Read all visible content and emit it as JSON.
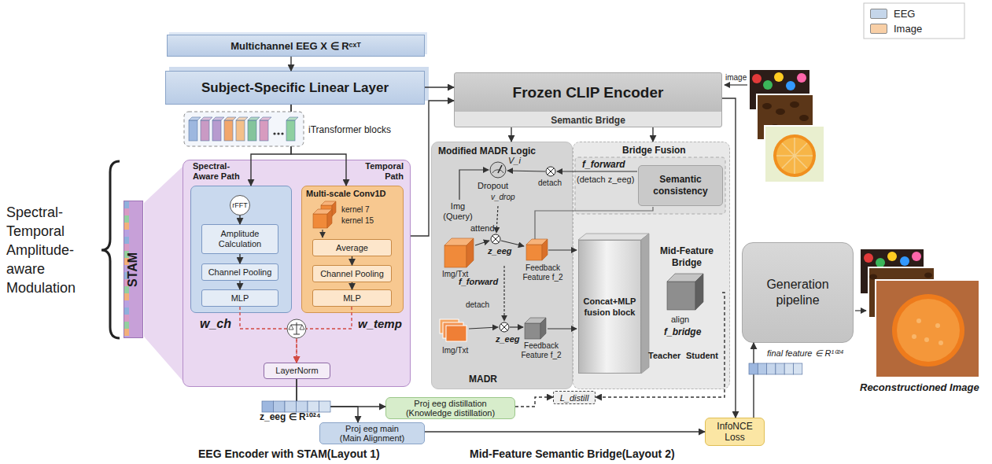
{
  "diagram": {
    "nodes": [
      {
        "text": [
          "Multichannel EEG X ∈ Rᶜˣᵀ"
        ]
      },
      {
        "text": [
          "Subject-Specific Linear Layer"
        ]
      },
      {
        "text": [
          "Frozen CLIP Encoder",
          "Semantic Bridge"
        ]
      },
      {
        "text": [
          "STAM"
        ]
      },
      {
        "text": []
      },
      {
        "text": [
          "Spectral-Aware Path"
        ],
        "in": 4
      },
      {
        "text": [
          "rFFT"
        ],
        "in": 5
      },
      {
        "text": [
          "Amplitude Calculation"
        ],
        "in": 5
      },
      {
        "text": [
          "Channel Pooling"
        ],
        "in": 5
      },
      {
        "text": [
          "MLP"
        ],
        "in": 5
      },
      {
        "text": [
          "Temporal Path",
          "Multi-scale Conv1D"
        ],
        "in": 4
      },
      {
        "text": [
          "Average"
        ],
        "in": 10
      },
      {
        "text": [
          "Channel Pooling"
        ],
        "in": 10
      },
      {
        "text": [
          "MLP"
        ],
        "in": 10
      },
      {
        "text": [
          "LayerNorm"
        ],
        "in": 4
      },
      {
        "text": [
          "Modified MADR Logic",
          "MADR"
        ]
      },
      {
        "text": [
          "Bridge Fusion"
        ]
      },
      {
        "text": [
          "Semantic consistency"
        ],
        "in": 16
      },
      {
        "text": [
          "Concat+MLP fusion block"
        ],
        "in": 16
      },
      {
        "text": [
          "Mid-Feature Bridge"
        ],
        "in": 16
      },
      {
        "text": [
          "L_distill"
        ]
      },
      {
        "text": [
          "Proj eeg distillation",
          "(Knowledge distillation)"
        ]
      },
      {
        "text": [
          "Proj eeg main",
          "(Main Alignment)"
        ]
      },
      {
        "text": [
          "InfoNCE Loss"
        ]
      },
      {
        "text": [
          "Generation pipeline"
        ]
      }
    ],
    "edges": [
      {
        "from": 0,
        "to": 1,
        "arrow": "to"
      },
      {
        "from": 1,
        "to": 2,
        "arrow": "to"
      },
      {
        "from": 1,
        "to": 5,
        "arrow": "to"
      },
      {
        "from": 1,
        "to": 10,
        "arrow": "to"
      },
      {
        "from": 4,
        "to": 2,
        "arrow": "to"
      },
      {
        "from": 6,
        "to": 7,
        "arrow": "to"
      },
      {
        "from": 7,
        "to": 8,
        "arrow": "to"
      },
      {
        "from": 8,
        "to": 9,
        "arrow": "to"
      },
      {
        "from": 11,
        "to": 12,
        "arrow": "to"
      },
      {
        "from": 12,
        "to": 13,
        "arrow": "to"
      },
      {
        "from": 9,
        "to": 14,
        "arrow": "to"
      },
      {
        "from": 13,
        "to": 14,
        "arrow": "to"
      },
      {
        "from": 14,
        "to": 21,
        "arrow": "to"
      },
      {
        "from": 14,
        "to": 22,
        "arrow": "to"
      },
      {
        "from": 21,
        "to": 20,
        "arrow": "to"
      },
      {
        "from": 19,
        "to": 20,
        "arrow": "to"
      },
      {
        "from": 22,
        "to": 23,
        "arrow": "to"
      },
      {
        "from": 2,
        "to": 23,
        "arrow": "to"
      },
      {
        "from": 2,
        "to": 15,
        "arrow": "to"
      },
      {
        "from": 2,
        "to": 16,
        "arrow": "to"
      },
      {
        "from": 23,
        "to": 24,
        "arrow": "to"
      }
    ],
    "labels": [
      "iTransformer blocks",
      "image",
      "Spectral-Temporal Amplitude-aware Modulation",
      "kernel 7",
      "kernel 15",
      "w_ch",
      "w_temp",
      "V_i",
      "Dropout",
      "v_drop",
      "detach",
      "f_forward",
      "(detach z_eeg)",
      "Img (Query)",
      "attend",
      "z_eeg",
      "Feedback Feature f_2",
      "Img/Txt",
      "f_forward",
      "detach",
      "z_eeg",
      "Feedback Feature f_2",
      "Img/Txt",
      "align",
      "f_bridge",
      "Teacher",
      "Student",
      "z_eeg ∈ R¹⁰²⁴",
      "final feature ∈ R¹⁰²⁴",
      "Reconstructioned Image",
      "EEG Encoder with STAM(Layout 1)",
      "Mid-Feature Semantic Bridge(Layout 2)"
    ],
    "legend": [
      {
        "text": "EEG",
        "color": "#c5d6ea"
      },
      {
        "text": "Image",
        "color": "#f8cfa6"
      }
    ]
  }
}
